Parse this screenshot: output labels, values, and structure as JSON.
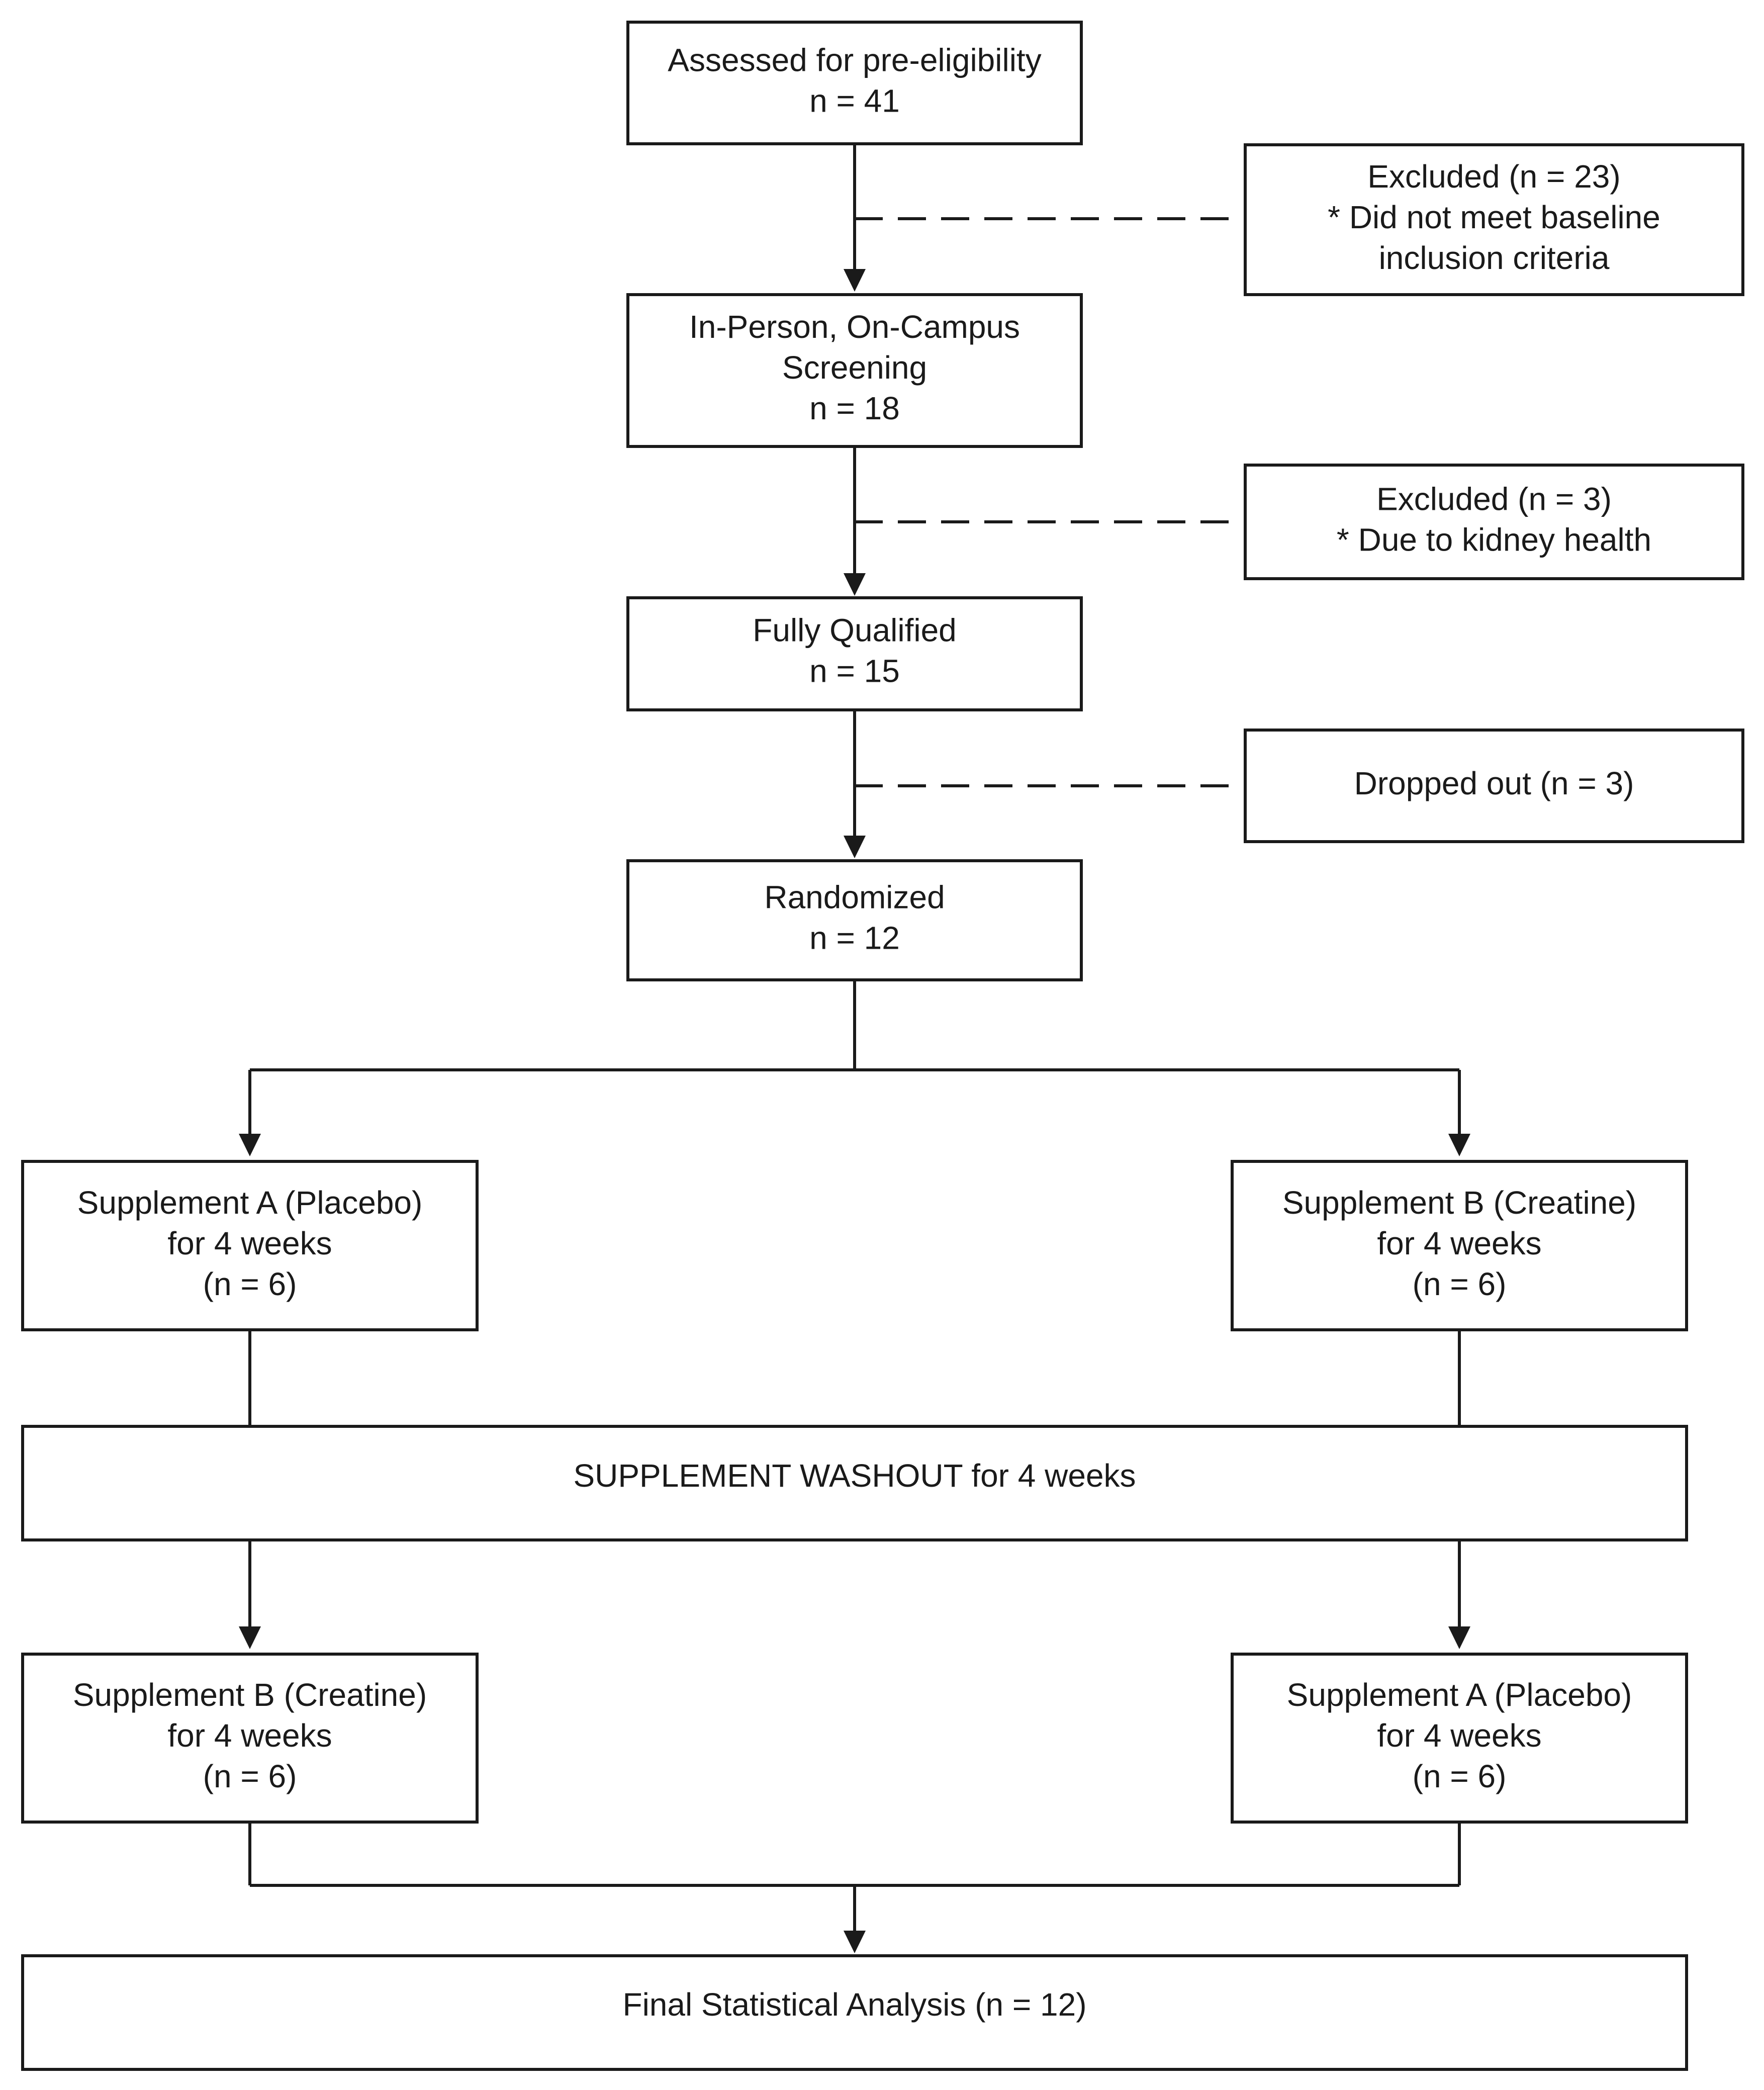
{
  "colors": {
    "line": "#1a1a1a",
    "box_fill": "#ffffff",
    "text": "#1a1a1a"
  },
  "boxes": {
    "pre_eligibility": {
      "lines": [
        "Assessed for pre-eligibility",
        "n = 41"
      ]
    },
    "excluded_baseline": {
      "lines": [
        "Excluded (n = 23)",
        "* Did not meet baseline",
        "inclusion criteria"
      ]
    },
    "screening": {
      "lines": [
        "In-Person, On-Campus",
        "Screening",
        "n = 18"
      ]
    },
    "excluded_kidney": {
      "lines": [
        "Excluded (n = 3)",
        "* Due to kidney health"
      ]
    },
    "fully_qualified": {
      "lines": [
        "Fully Qualified",
        "n = 15"
      ]
    },
    "dropped_out": {
      "lines": [
        "Dropped out (n = 3)"
      ]
    },
    "randomized": {
      "lines": [
        "Randomized",
        "n = 12"
      ]
    },
    "left_phase1": {
      "lines": [
        "Supplement A (Placebo)",
        "for 4 weeks",
        "(n = 6)"
      ]
    },
    "right_phase1": {
      "lines": [
        "Supplement B (Creatine)",
        "for 4 weeks",
        "(n = 6)"
      ]
    },
    "washout": {
      "lines": [
        "SUPPLEMENT WASHOUT for 4 weeks"
      ]
    },
    "left_phase2": {
      "lines": [
        "Supplement B (Creatine)",
        "for 4 weeks",
        "(n = 6)"
      ]
    },
    "right_phase2": {
      "lines": [
        "Supplement A (Placebo)",
        "for 4 weeks",
        "(n = 6)"
      ]
    },
    "final_analysis": {
      "lines": [
        "Final Statistical Analysis (n = 12)"
      ]
    }
  }
}
